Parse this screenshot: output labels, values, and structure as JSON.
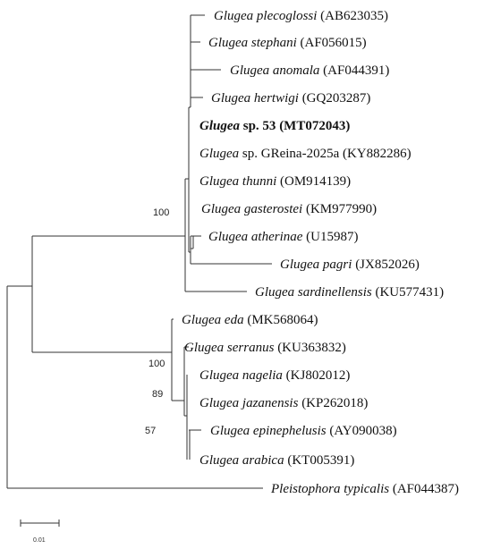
{
  "tree": {
    "taxa": [
      {
        "genus": "Glugea",
        "epithet": "plecoglossi",
        "accession": "(AB623035)",
        "focal": false
      },
      {
        "genus": "Glugea",
        "epithet": "stephani",
        "accession": "(AF056015)",
        "focal": false
      },
      {
        "genus": "Glugea",
        "epithet": "anomala",
        "accession": "(AF044391)",
        "focal": false
      },
      {
        "genus": "Glugea",
        "epithet": "hertwigi",
        "accession": "(GQ203287)",
        "focal": false
      },
      {
        "genus": "Glugea",
        "epithet": "sp. 53",
        "accession": "(MT072043)",
        "focal": true
      },
      {
        "genus": "Glugea",
        "epithet": "sp. GReina-2025a",
        "accession": "(KY882286)",
        "focal": false
      },
      {
        "genus": "Glugea",
        "epithet": "thunni",
        "accession": "(OM914139)",
        "focal": false
      },
      {
        "genus": "Glugea",
        "epithet": "gasterostei",
        "accession": "(KM977990)",
        "focal": false
      },
      {
        "genus": "Glugea",
        "epithet": "atherinae",
        "accession": "(U15987)",
        "focal": false
      },
      {
        "genus": "Glugea",
        "epithet": "pagri",
        "accession": "(JX852026)",
        "focal": false
      },
      {
        "genus": "Glugea",
        "epithet": "sardinellensis",
        "accession": "(KU577431)",
        "focal": false
      },
      {
        "genus": "Glugea",
        "epithet": "eda",
        "accession": "(MK568064)",
        "focal": false
      },
      {
        "genus": "Glugea",
        "epithet": "serranus",
        "accession": "(KU363832)",
        "focal": false
      },
      {
        "genus": "Glugea",
        "epithet": "nagelia",
        "accession": "(KJ802012)",
        "focal": false
      },
      {
        "genus": "Glugea",
        "epithet": "jazanensis",
        "accession": "(KP262018)",
        "focal": false
      },
      {
        "genus": "Glugea",
        "epithet": "epinephelusis",
        "accession": "(AY090038)",
        "focal": false
      },
      {
        "genus": "Glugea",
        "epithet": "arabica",
        "accession": "(KT005391)",
        "focal": false
      },
      {
        "genus": "Pleistophora",
        "epithet": "typicalis",
        "accession": "(AF044387)",
        "focal": false
      }
    ],
    "bootstrap": [
      "100",
      "100",
      "89",
      "57"
    ],
    "scale_bar_label": "0.01"
  }
}
